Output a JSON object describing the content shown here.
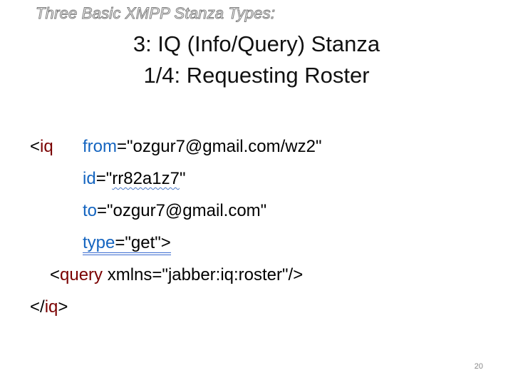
{
  "header": {
    "section": "Three Basic XMPP Stanza Types:",
    "title_line1": "3: IQ (Info/Query) Stanza",
    "title_line2": "1/4: Requesting Roster"
  },
  "code": {
    "open_bracket": "<",
    "iq_tag": "iq",
    "from_attr": "from",
    "from_value": "=\"ozgur7@gmail.com/wz2\"",
    "id_attr": "id",
    "id_eq_quote": "=\"",
    "id_value": "rr82a1z7",
    "id_close": "\"",
    "to_attr": "to",
    "to_value": "=\"ozgur7@gmail.com\"",
    "type_attr": "type",
    "type_value": "=\"get\">",
    "query_open": "<",
    "query_tag": "query",
    "query_rest": " xmlns=\"jabber:iq:roster\"/>",
    "close_open": "</",
    "close_tag": "iq",
    "close_end": ">"
  },
  "footer": {
    "page_number": "20"
  },
  "colors": {
    "tag": "#7a0000",
    "attr": "#1565c0",
    "underline": "#3a6bd0"
  }
}
